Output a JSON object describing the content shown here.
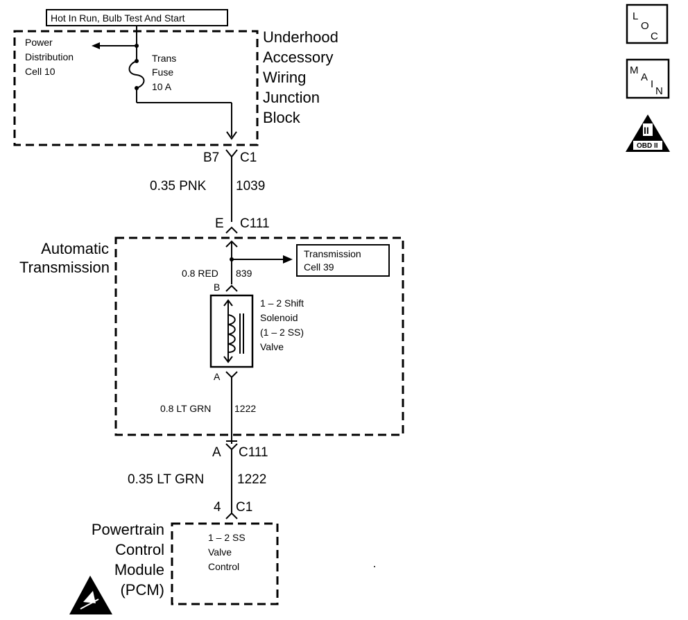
{
  "header": {
    "power_source": "Hot In Run, Bulb Test And Start"
  },
  "icons": {
    "loc": "LOC",
    "main": "MAIN",
    "obd": "OBD II"
  },
  "icon_text": {
    "loc_l": "L",
    "loc_o": "O",
    "loc_c": "C",
    "main_m": "M",
    "main_a": "A",
    "main_i": "I",
    "main_n": "N",
    "obd_roman": "II",
    "obd_label": "OBD II"
  },
  "underhood_block": {
    "title_lines": [
      "Underhood",
      "Accessory",
      "Wiring",
      "Junction",
      "Block"
    ],
    "power_distribution_lines": [
      "Power",
      "Distribution",
      "Cell 10"
    ],
    "fuse_lines": [
      "Trans",
      "Fuse",
      "10 A"
    ]
  },
  "connector_c1_top": {
    "pin": "B7",
    "name": "C1"
  },
  "wire_1039": {
    "gauge_color": "0.35 PNK",
    "circuit": "1039"
  },
  "connector_c111_top": {
    "pin": "E",
    "name": "C111"
  },
  "automatic_transmission": {
    "title_lines": [
      "Automatic",
      "Transmission"
    ],
    "wire_839": {
      "gauge_color": "0.8 RED",
      "circuit": "839"
    },
    "transmission_cell_lines": [
      "Transmission",
      "Cell 39"
    ],
    "pin_b": "B",
    "solenoid_lines": [
      "1 – 2 Shift",
      "Solenoid",
      "(1 – 2 SS)",
      "Valve"
    ],
    "pin_a": "A",
    "wire_1222_inner": {
      "gauge_color": "0.8 LT GRN",
      "circuit": "1222"
    }
  },
  "connector_c111_bottom": {
    "pin": "A",
    "name": "C111"
  },
  "wire_1222": {
    "gauge_color": "0.35 LT GRN",
    "circuit": "1222"
  },
  "connector_c1_bottom": {
    "pin": "4",
    "name": "C1"
  },
  "pcm": {
    "title_lines": [
      "Powertrain",
      "Control",
      "Module",
      "(PCM)"
    ],
    "valve_control_lines": [
      "1 – 2 SS",
      "Valve",
      "Control"
    ]
  }
}
